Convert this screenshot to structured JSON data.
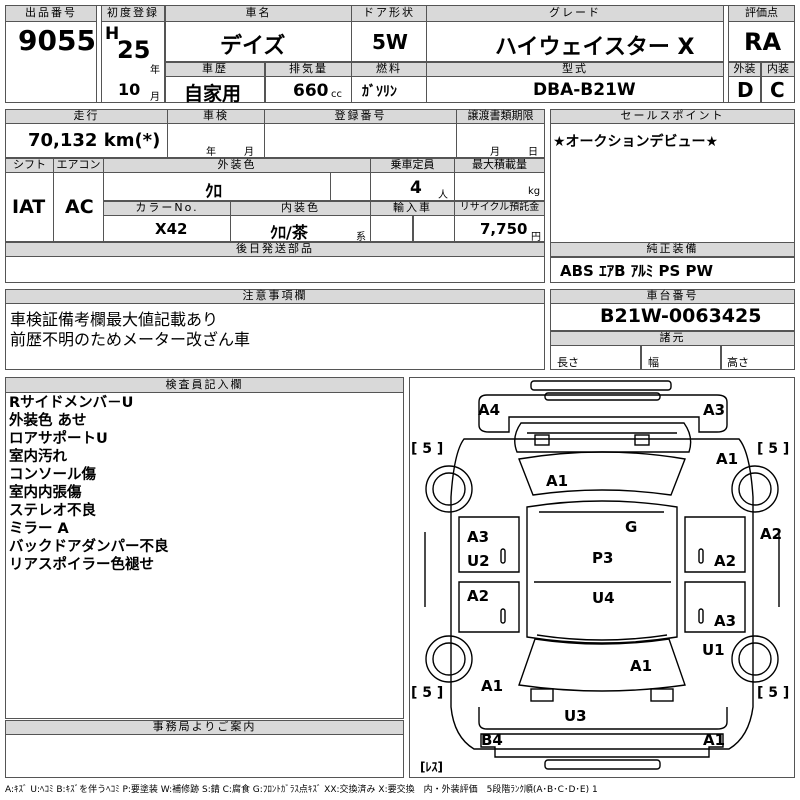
{
  "header": {
    "lot_label": "出品番号",
    "lot": "9055",
    "reg_label": "初度登録",
    "era": "H",
    "year": "25",
    "year_unit": "年",
    "month": "10",
    "month_unit": "月",
    "name_label": "車名",
    "name": "デイズ",
    "door_label": "ドア形状",
    "door": "5W",
    "grade_label": "グレード",
    "grade": "ハイウェイスター X",
    "score_label": "評価点",
    "score": "RA",
    "history_label": "車歴",
    "history": "自家用",
    "displacement_label": "排気量",
    "displacement": "660",
    "displacement_unit": "cc",
    "fuel_label": "燃料",
    "fuel": "ｶﾞｿﾘﾝ",
    "model_label": "型式",
    "model": "DBA-B21W",
    "ext_label": "外装",
    "ext": "D",
    "int_label": "内装",
    "int": "C"
  },
  "mid": {
    "mileage_label": "走行",
    "mileage": "70,132 km(*)",
    "inspection_label": "車検",
    "insp_year": "年",
    "insp_month": "月",
    "regno_label": "登録番号",
    "transfer_label": "譲渡書類期限",
    "tr_month": "月",
    "tr_day": "日",
    "sales_label": "セールスポイント",
    "sales": "★オークションデビュー★",
    "shift_label": "シフト",
    "shift": "IAT",
    "ac_label": "エアコン",
    "ac": "AC",
    "color_label": "外装色",
    "color": "ｸﾛ",
    "capacity_label": "乗車定員",
    "capacity": "4",
    "capacity_unit": "人",
    "load_label": "最大積載量",
    "load_unit": "kg",
    "colorno_label": "カラーNo.",
    "colorno": "X42",
    "intcolor_label": "内装色",
    "intcolor": "ｸﾛ/茶",
    "intcolor_unit": "系",
    "import_label": "輸入車",
    "recycle_label": "リサイクル預託金",
    "recycle": "7,750",
    "recycle_unit": "円",
    "later_label": "後日発送部品",
    "equip_label": "純正装備",
    "equip": "ABS ｴｱB ｱﾙﾐ PS PW",
    "notes_label": "注意事項欄",
    "notes": [
      "車検証備考欄最大値記載あり",
      "前歴不明のためメーター改ざん車"
    ],
    "chassis_label": "車台番号",
    "chassis": "B21W-0063425",
    "dims_label": "諸元",
    "len_label": "長さ",
    "wid_label": "幅",
    "hgt_label": "高さ"
  },
  "inspector": {
    "label": "検査員記入欄",
    "lines": [
      "Rサイドメンバ－U",
      "外装色 あせ",
      "ロアサポートU",
      "室内汚れ",
      "コンソール傷",
      "室内内張傷",
      "ステレオ不良",
      "ミラー A",
      "バックドアダンパー不良",
      "リアスポイラー色褪せ"
    ]
  },
  "office": {
    "label": "事務局よりご案内"
  },
  "diagram": {
    "marks": {
      "a4": "A4",
      "a3_fr": "A3",
      "a1_top": "A1",
      "a1_right": "A1",
      "a3_l": "A3",
      "g": "G",
      "a2_r_edge": "A2",
      "u2": "U2",
      "p3": "P3",
      "a2_r": "A2",
      "a2_l": "A2",
      "u4": "U4",
      "a3_r": "A3",
      "u1": "U1",
      "a1_mid": "A1",
      "a1_left": "A1",
      "u3": "U3",
      "b4": "B4",
      "a1_br": "A1"
    },
    "tires": {
      "fl": "[ 5 ]",
      "fr": "[ 5 ]",
      "rl": "[ 5 ]",
      "rr": "[ 5 ]",
      "spare": "[ﾚｽ]"
    }
  },
  "legend": "A:ｷｽﾞ U:ﾍｺﾐ B:ｷｽﾞを伴うﾍｺﾐ P:要塗装 W:補修跡 S:錆 C:腐食 G:ﾌﾛﾝﾄｶﾞﾗｽ点ｷｽﾞ XX:交換済み X:要交換　内・外装評価　5段階ﾗﾝｸ順(A･B･C･D･E) 1"
}
